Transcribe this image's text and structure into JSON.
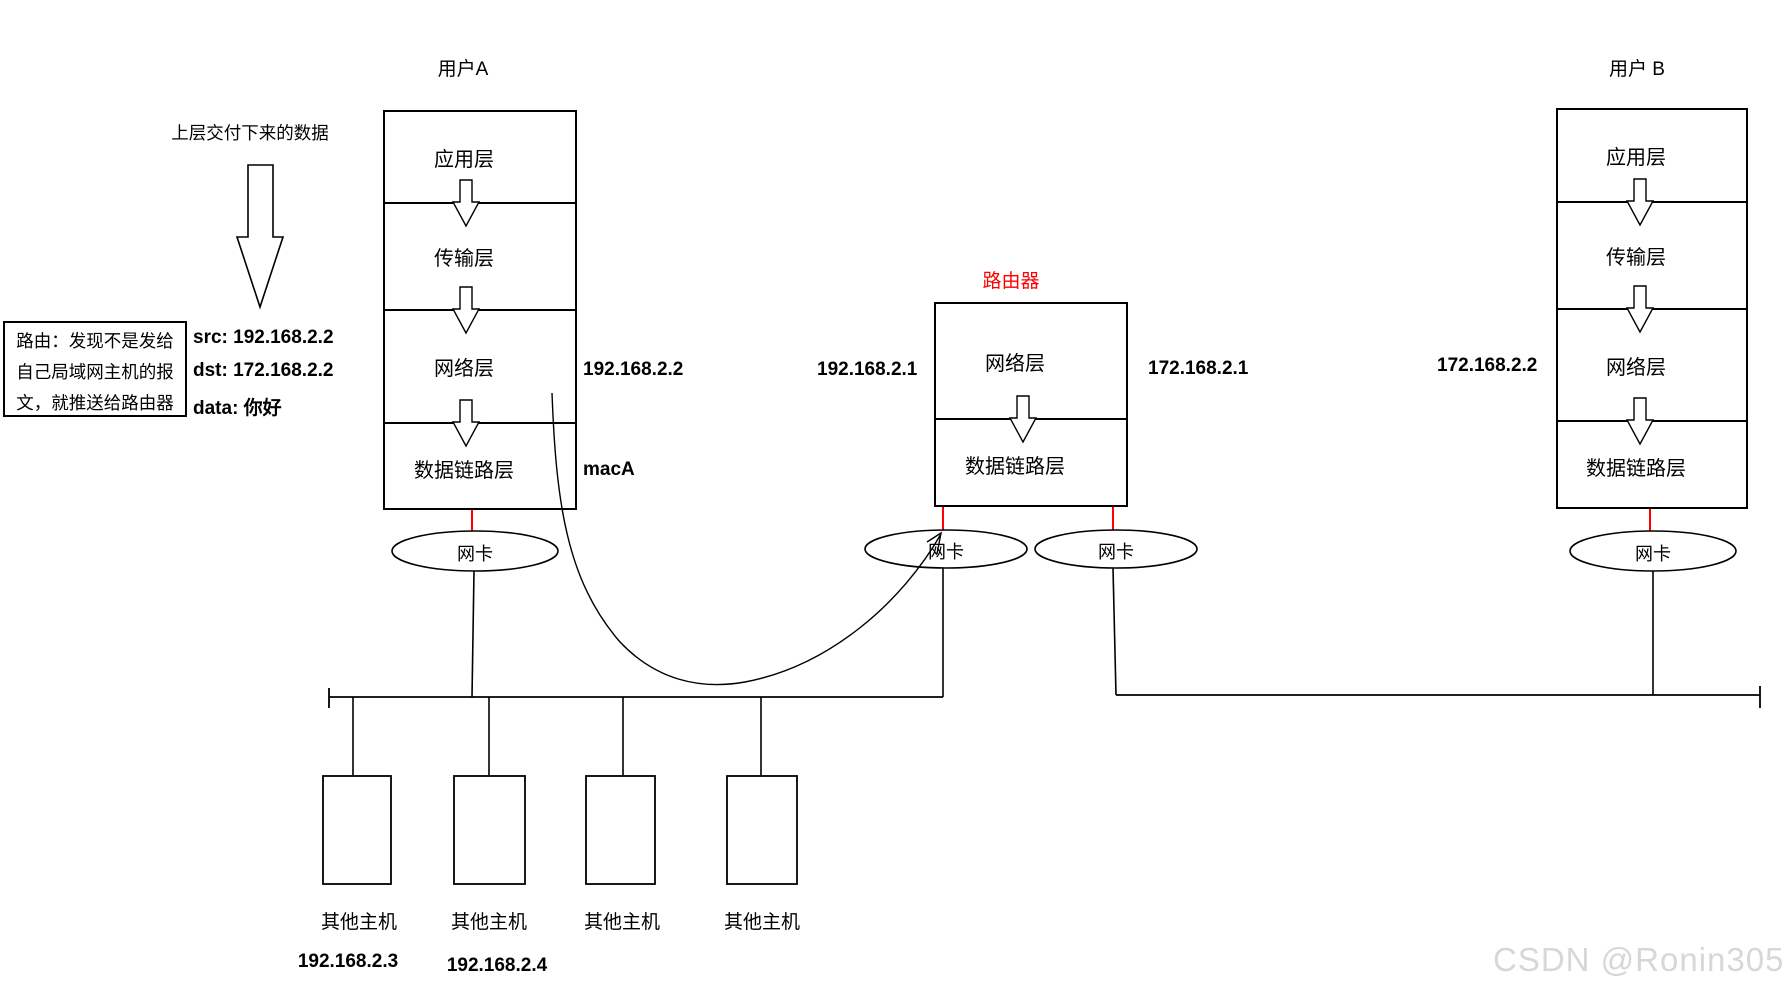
{
  "annotation": {
    "top_text": "上层交付下来的数据"
  },
  "note_box": {
    "line1": "路由：发现不是发给",
    "line2": "自己局域网主机的报",
    "line3": "文，就推送给路由器"
  },
  "packet": {
    "src_line": "src: 192.168.2.2",
    "dst_line": "dst: 172.168.2.2",
    "data_line": "data: 你好"
  },
  "user_a": {
    "title": "用户A",
    "layers": [
      "应用层",
      "传输层",
      "网络层",
      "数据链路层"
    ],
    "ip": "192.168.2.2",
    "mac": "macA",
    "nic_label": "网卡"
  },
  "router": {
    "title": "路由器",
    "layers": [
      "网络层",
      "数据链路层"
    ],
    "ip_left": "192.168.2.1",
    "ip_right": "172.168.2.1",
    "nic_left_label": "网卡",
    "nic_right_label": "网卡"
  },
  "user_b": {
    "title": "用户 B",
    "layers": [
      "应用层",
      "传输层",
      "网络层",
      "数据链路层"
    ],
    "ip": "172.168.2.2",
    "nic_label": "网卡"
  },
  "hosts": [
    {
      "label": "其他主机",
      "ip": "192.168.2.3"
    },
    {
      "label": "其他主机",
      "ip": "192.168.2.4"
    },
    {
      "label": "其他主机",
      "ip": ""
    },
    {
      "label": "其他主机",
      "ip": ""
    }
  ],
  "watermark": {
    "text": "CSDN @Ronin305"
  },
  "colors": {
    "line": "#000000",
    "accent_red": "#ff0000",
    "watermark_gray": "#d7d7d7"
  }
}
